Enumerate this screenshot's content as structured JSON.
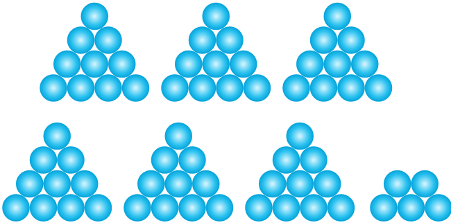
{
  "ball_color": "#29c1ef",
  "ball_highlight_color": "#d9f6ff",
  "ball_edge_color": "#0aa6dc",
  "groups": [
    {
      "rows": [
        1,
        2,
        3,
        4
      ],
      "total": 10
    },
    {
      "rows": [
        1,
        2,
        3,
        4
      ],
      "total": 10
    },
    {
      "rows": [
        1,
        2,
        3,
        4
      ],
      "total": 10
    },
    {
      "rows": [
        1,
        2,
        3,
        4
      ],
      "total": 10
    },
    {
      "rows": [
        1,
        2,
        3,
        4
      ],
      "total": 10
    },
    {
      "rows": [
        1,
        2,
        3,
        4
      ],
      "total": 10
    },
    {
      "rows": [
        2,
        3
      ],
      "total": 5
    }
  ]
}
